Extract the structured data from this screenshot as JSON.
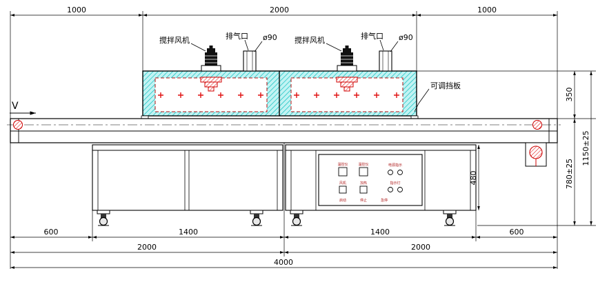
{
  "labels": {
    "v": "V",
    "fan_left": "搅拌风机",
    "exhaust_left": "排气口",
    "dia_left": "ø90",
    "fan_right": "搅拌风机",
    "exhaust_right": "排气口",
    "dia_right": "ø90",
    "baffle": "可调挡板"
  },
  "dims": {
    "top_left": "1000",
    "top_mid": "2000",
    "top_right": "1000",
    "h_chamber": "350",
    "h_total": "1150±25",
    "h_belt": "780±25",
    "h_cabinet": "480",
    "b1": "600",
    "b2": "1400",
    "b3": "1400",
    "b4": "600",
    "c1": "2000",
    "c2": "2000",
    "total": "4000"
  },
  "panel": {
    "m1": "温控仪",
    "m2": "温控仪",
    "pilot": "电源指示",
    "s1": "风机",
    "s2": "加热",
    "ind": "指示灯",
    "b1": "启动",
    "b2": "停止",
    "b3": "急停"
  },
  "colors": {
    "chamber_fill": "#c2f3f3",
    "chamber_hatch": "#00bcbc",
    "heater_red": "#e01010",
    "line": "#000000"
  }
}
